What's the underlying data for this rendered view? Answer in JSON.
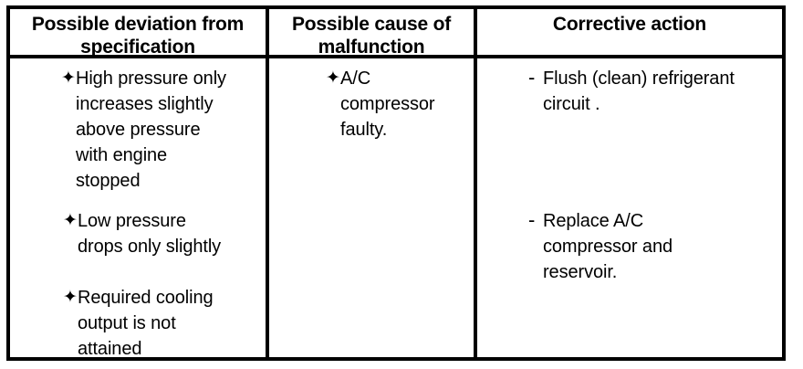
{
  "document": {
    "type": "troubleshooting-table",
    "background_color": "#ffffff",
    "text_color": "#000000",
    "border_color": "#000000"
  },
  "table": {
    "columns": [
      {
        "key": "deviation",
        "header": "Possible deviation from\nspecification"
      },
      {
        "key": "cause",
        "header": "Possible cause of\nmalfunction"
      },
      {
        "key": "action",
        "header": "Corrective action"
      }
    ],
    "markers": {
      "bullet": "✦",
      "dash": "‐"
    },
    "rows": [
      {
        "deviation": [
          {
            "marker": "bullet",
            "text": "High pressure only\nincreases slightly\nabove pressure\nwith engine\nstopped"
          },
          {
            "marker": "bullet",
            "text": "Low pressure\ndrops only slightly"
          },
          {
            "marker": "bullet",
            "text": "Required cooling\noutput is not\nattained"
          }
        ],
        "cause": [
          {
            "marker": "bullet",
            "text": "A/C\ncompressor\nfaulty."
          }
        ],
        "action": [
          {
            "marker": "dash",
            "text": "Flush (clean) refrigerant\ncircuit ."
          },
          {
            "marker": "dash",
            "text": "Replace A/C\ncompressor and\nreservoir."
          }
        ]
      }
    ]
  }
}
